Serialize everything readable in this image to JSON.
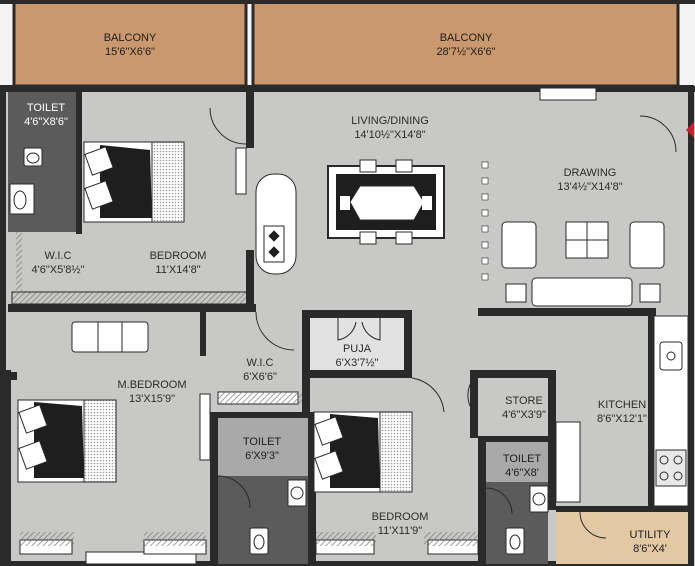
{
  "colors": {
    "wall": "#2a2a2a",
    "floor": "#c8c8c6",
    "balcony": "#c9986c",
    "wet": "#5b5b5b",
    "bed": "#ffffff",
    "hatch": "#8a8a8a",
    "utility": "#e2c9a3"
  },
  "rooms": {
    "balcony1": {
      "name": "BALCONY",
      "dim": "15'6\"X6'6\""
    },
    "balcony2": {
      "name": "BALCONY",
      "dim": "28'7½\"X6'6\""
    },
    "toilet1": {
      "name": "TOILET",
      "dim": "4'6\"X8'6\""
    },
    "wic1": {
      "name": "W.I.C",
      "dim": "4'6\"X5'8½\""
    },
    "bedroom1": {
      "name": "BEDROOM",
      "dim": "11'X14'8\""
    },
    "living": {
      "name": "LIVING/DINING",
      "dim": "14'10½\"X14'8\""
    },
    "drawing": {
      "name": "DRAWING",
      "dim": "13'4½\"X14'8\""
    },
    "puja": {
      "name": "PUJA",
      "dim": "6'X3'7½\""
    },
    "wic2": {
      "name": "W.I.C",
      "dim": "6'X6'6\""
    },
    "mbedroom": {
      "name": "M.BEDROOM",
      "dim": "13'X15'9\""
    },
    "toilet2": {
      "name": "TOILET",
      "dim": "6'X9'3\""
    },
    "store": {
      "name": "STORE",
      "dim": "4'6\"X3'9\""
    },
    "kitchen": {
      "name": "KITCHEN",
      "dim": "8'6\"X12'1\""
    },
    "toilet3": {
      "name": "TOILET",
      "dim": "4'6\"X8'"
    },
    "bedroom2": {
      "name": "BEDROOM",
      "dim": "11'X11'9\""
    },
    "utility": {
      "name": "UTILITY",
      "dim": "8'6\"X4'"
    }
  },
  "icons": [
    "bed-icon",
    "sofa-icon",
    "dining-table-icon",
    "toilet-icon",
    "wash-basin-icon",
    "stove-icon",
    "sink-icon",
    "door-icon",
    "entry-arrow-icon"
  ]
}
